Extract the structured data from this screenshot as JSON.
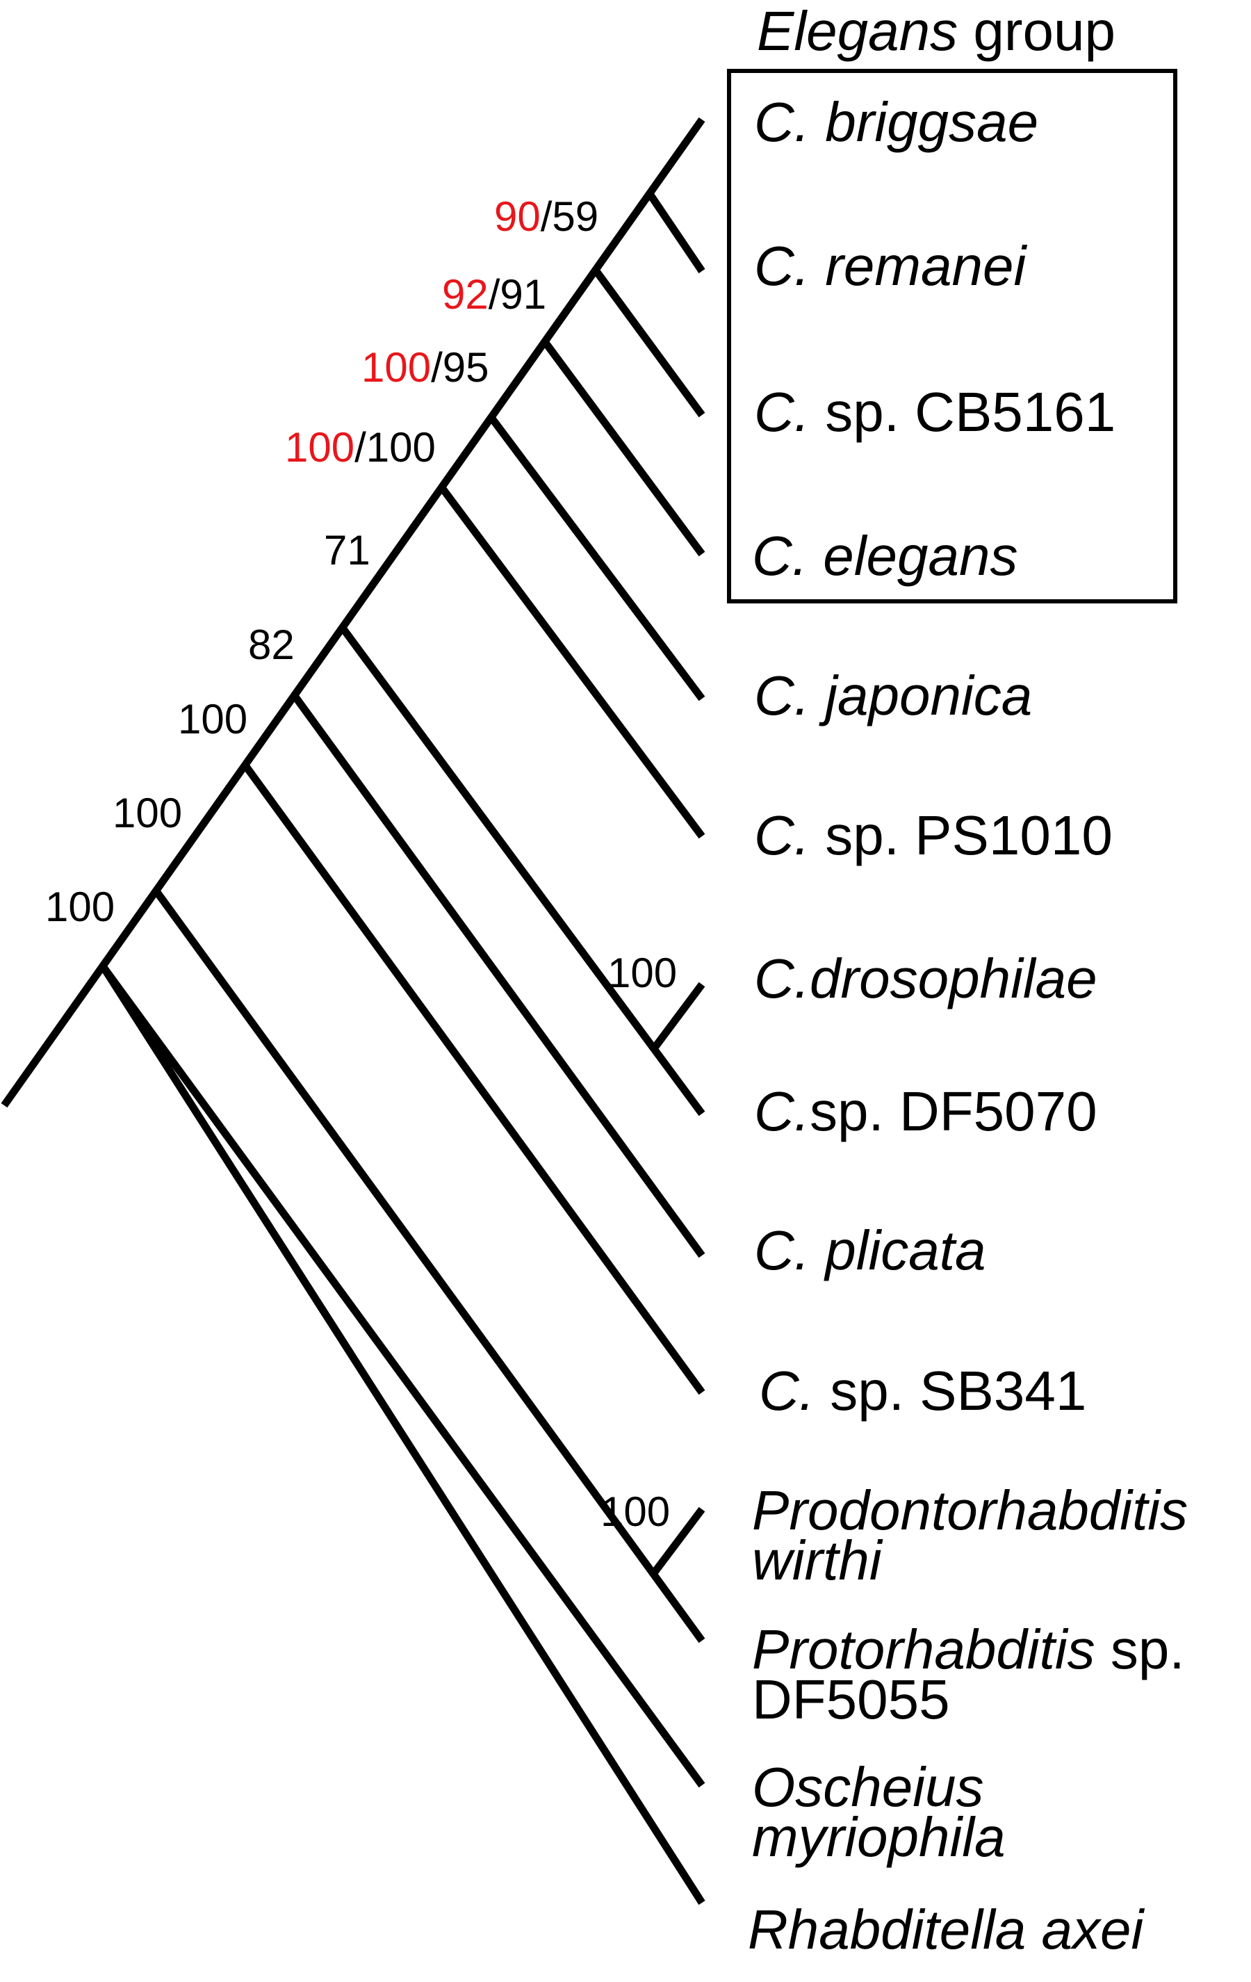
{
  "group": {
    "title_italic": "Elegans",
    "title_rest": " group"
  },
  "taxa": [
    {
      "italic": "C. briggsae",
      "rest": ""
    },
    {
      "italic": "C. remanei",
      "rest": ""
    },
    {
      "italic": "C.",
      "rest": " sp. CB5161"
    },
    {
      "italic": "C. elegans",
      "rest": ""
    },
    {
      "italic": "C. japonica",
      "rest": ""
    },
    {
      "italic": "C.",
      "rest": " sp. PS1010"
    },
    {
      "italic": "C.drosophilae",
      "rest": ""
    },
    {
      "italic": "C.",
      "rest": "sp. DF5070"
    },
    {
      "italic": "C. plicata",
      "rest": ""
    },
    {
      "italic": "C.",
      "rest": " sp. SB341"
    },
    {
      "line1_italic": "Prodontorhabditis",
      "line2_italic": "wirthi"
    },
    {
      "line1_italic": "Protorhabditis",
      "line1_rest": " sp.",
      "line2_rest": "DF5055"
    },
    {
      "line1_italic": "Oscheius",
      "line2_italic": "myriophila"
    },
    {
      "italic": "Rhabditella axei",
      "rest": ""
    }
  ],
  "support": {
    "n1": {
      "red": "90",
      "black": "/59"
    },
    "n2": {
      "red": "92",
      "black": "/91"
    },
    "n3": {
      "red": "100",
      "black": "/95"
    },
    "n4": {
      "red": "100",
      "black": "/100"
    },
    "n5": {
      "black": "71"
    },
    "n6": {
      "black": "82"
    },
    "n7": {
      "black": "100"
    },
    "n8": {
      "black": "100"
    },
    "n9": {
      "black": "100"
    },
    "drosophilae_pair": {
      "black": "100"
    },
    "prodonto_pair": {
      "black": "100"
    }
  },
  "colors": {
    "line": "#000000",
    "highlight": "#e8161b"
  }
}
